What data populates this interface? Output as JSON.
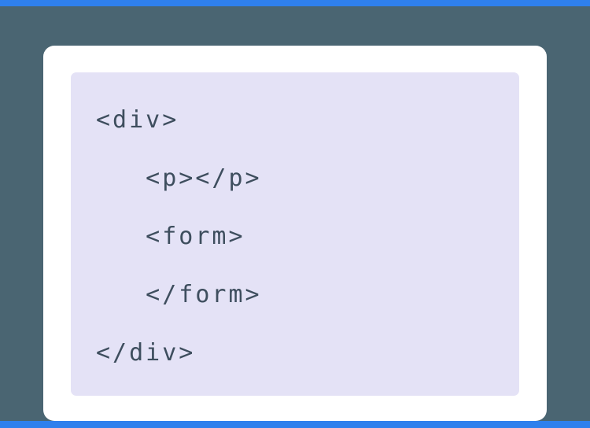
{
  "window": {
    "code": {
      "lines": [
        "<div>",
        "   <p></p>",
        "   <form>",
        "   </form>",
        "</div>"
      ]
    }
  },
  "colors": {
    "background": "#4a6572",
    "accent_blue": "#2f80ed",
    "card_background": "#ffffff",
    "code_background": "#e4e2f6",
    "code_text": "#3e4e5e"
  }
}
